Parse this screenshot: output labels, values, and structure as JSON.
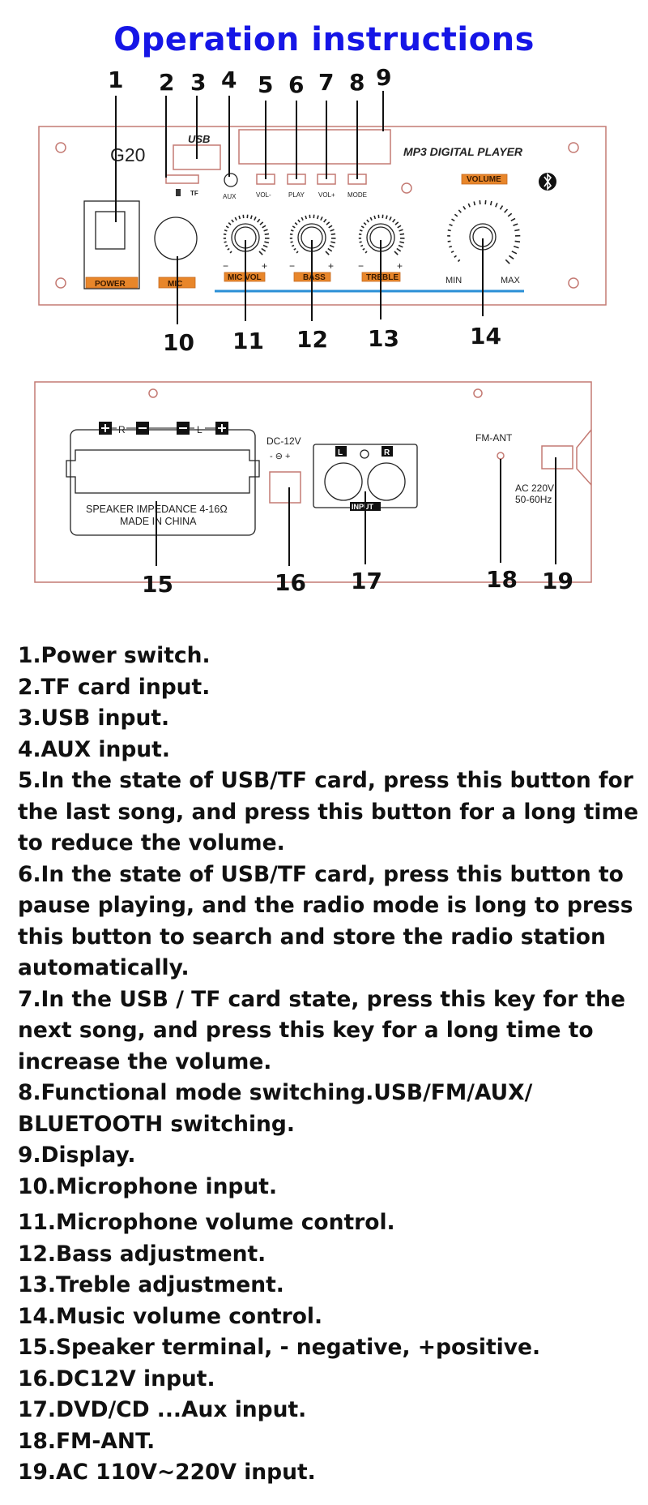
{
  "title": "Operation instructions",
  "front_panel": {
    "model": "G20",
    "usb": "USB",
    "tf": "TF",
    "aux": "AUX",
    "vol_minus": "VOL-",
    "play": "PLAY",
    "vol_plus": "VOL+",
    "mode": "MODE",
    "player_name": "MP3 DIGITAL PLAYER",
    "volume": "VOLUME",
    "power": "POWER",
    "mic": "MIC",
    "mic_vol": "MIC VOL",
    "bass": "BASS",
    "treble": "TREBLE",
    "minus": "−",
    "plus": "+",
    "min": "MIN",
    "max": "MAX",
    "bluetooth_icon": "bluetooth-icon"
  },
  "rear_panel": {
    "r": "R",
    "l": "L",
    "speaker_impedance": "SPEAKER IMPEDANCE 4-16Ω",
    "made_in": "MADE IN CHINA",
    "dc": "DC-12V",
    "dc_polarity": "- ⊖ +",
    "input_l": "L",
    "input_r": "R",
    "input": "INPUT",
    "fm_ant": "FM-ANT",
    "ac_line1": "AC 220V",
    "ac_line2": "50-60Hz"
  },
  "callouts": [
    "1",
    "2",
    "3",
    "4",
    "5",
    "6",
    "7",
    "8",
    "9",
    "10",
    "11",
    "12",
    "13",
    "14",
    "15",
    "16",
    "17",
    "18",
    "19"
  ],
  "descriptions": [
    "1.Power switch.",
    "2.TF card input.",
    "3.USB input.",
    "4.AUX input.",
    "5.In the state of USB/TF card, press this button for the last song, and press this button for a long time to reduce the volume.",
    "6.In the state of USB/TF card, press this button to pause playing, and the radio mode is long to press this button to search and store the radio station automatically.",
    "7.In the USB / TF card state, press this key for the next song, and press this key for a long time to increase the volume.",
    "8.Functional mode switching.USB/FM/AUX/ BLUETOOTH switching.",
    "9.Display.",
    "10.Microphone input.",
    "11.Microphone volume control.",
    "12.Bass adjustment.",
    "13.Treble adjustment.",
    "14.Music volume control.",
    "15.Speaker terminal, - negative, +positive.",
    "16.DC12V input.",
    "17.DVD/CD ...Aux input.",
    "18.FM-ANT.",
    "19.AC 110V~220V input."
  ],
  "colors": {
    "title": "#1616e6",
    "label_orange": "#e8862a",
    "panel_outline": "#c47a73",
    "blue_line": "#2a8fd6"
  }
}
